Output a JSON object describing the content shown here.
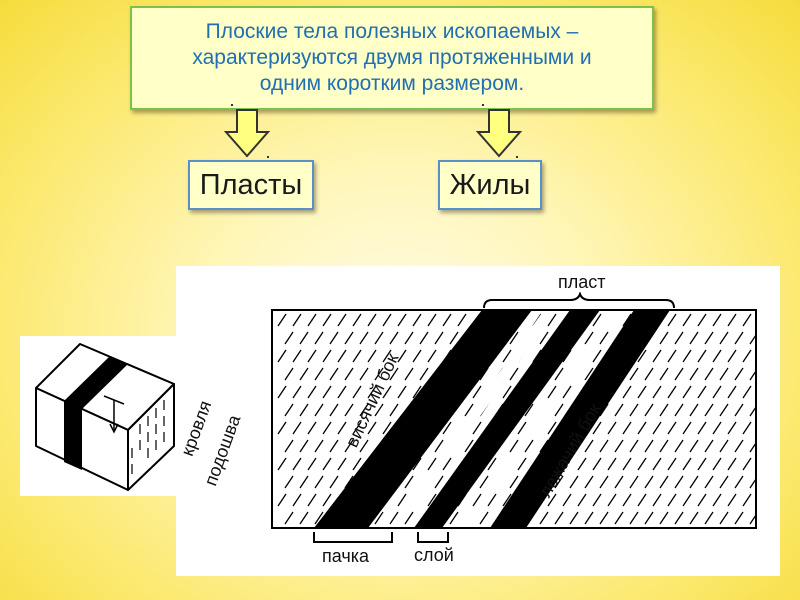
{
  "title": {
    "line1": "Плоские тела полезных ископаемых –",
    "line2": "характеризуются двумя протяженными и",
    "line3": "одним коротким размером."
  },
  "categories": {
    "left": "Пласты",
    "right": "Жилы"
  },
  "diagram": {
    "plast": "пласт",
    "krovlya": "кровля",
    "podoshva": "подошва",
    "visyachiy_bok": "висячий бок",
    "lezhachiy_bok": "лежачий бок",
    "pachka": "пачка",
    "sloy": "слой"
  },
  "colors": {
    "title_text": "#1f6fb2",
    "title_border": "#7dc14a",
    "box_fill": "#ffffc8",
    "arrow_fill": "#ffff80",
    "seam": "#000000"
  }
}
